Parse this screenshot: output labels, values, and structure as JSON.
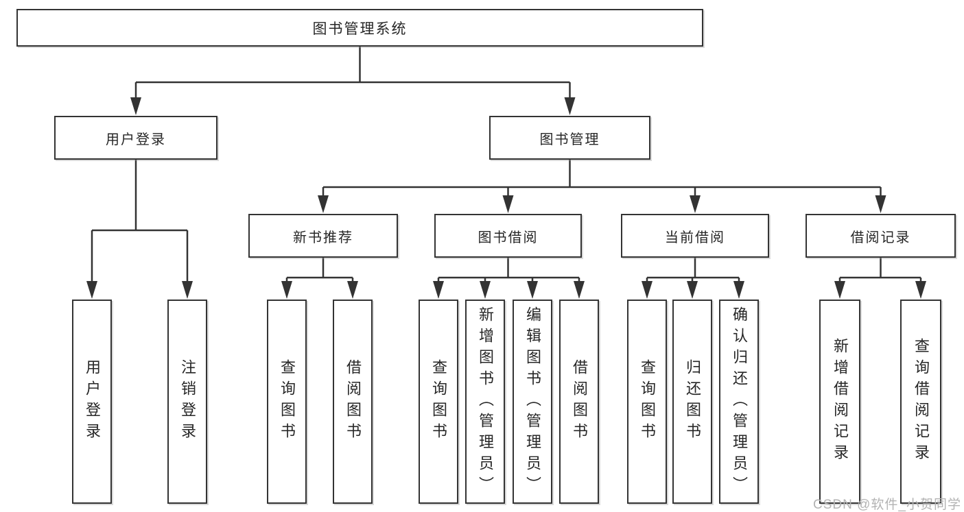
{
  "diagram": {
    "title": "图书管理系统",
    "watermark": "CSDN @软件_小贺同学",
    "colors": {
      "line": "#333333",
      "box_border": "#333333",
      "text": "#262626",
      "watermark": "#b3b3b3",
      "background": "#ffffff"
    },
    "root": {
      "label": "图书管理系统"
    },
    "level2": [
      {
        "label": "用户登录"
      },
      {
        "label": "图书管理"
      }
    ],
    "level3": [
      {
        "label": "新书推荐"
      },
      {
        "label": "图书借阅"
      },
      {
        "label": "当前借阅"
      },
      {
        "label": "借阅记录"
      }
    ],
    "leaves": [
      {
        "label": "用户登录"
      },
      {
        "label": "注销登录"
      },
      {
        "label": "查询图书"
      },
      {
        "label": "借阅图书"
      },
      {
        "label": "查询图书"
      },
      {
        "label": "新增图书（管理员）"
      },
      {
        "label": "编辑图书（管理员）"
      },
      {
        "label": "借阅图书"
      },
      {
        "label": "查询图书"
      },
      {
        "label": "归还图书"
      },
      {
        "label": "确认归还（管理员）"
      },
      {
        "label": "新增借阅记录"
      },
      {
        "label": "查询借阅记录"
      }
    ],
    "hierarchy": {
      "图书管理系统": [
        "用户登录",
        "图书管理"
      ],
      "用户登录": [
        "用户登录",
        "注销登录"
      ],
      "图书管理": [
        "新书推荐",
        "图书借阅",
        "当前借阅",
        "借阅记录"
      ],
      "新书推荐": [
        "查询图书",
        "借阅图书"
      ],
      "图书借阅": [
        "查询图书",
        "新增图书（管理员）",
        "编辑图书（管理员）",
        "借阅图书"
      ],
      "当前借阅": [
        "查询图书",
        "归还图书",
        "确认归还（管理员）"
      ],
      "借阅记录": [
        "新增借阅记录",
        "查询借阅记录"
      ]
    }
  }
}
